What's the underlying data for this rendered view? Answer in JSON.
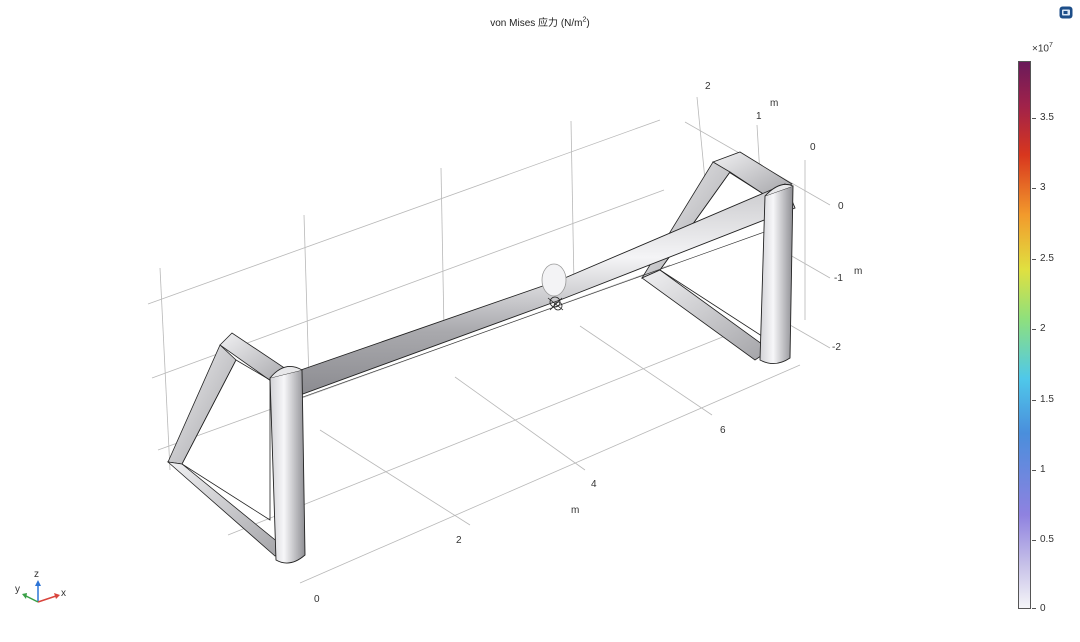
{
  "plot": {
    "title_prefix": "von Mises 应力 (N/m",
    "title_exp": "2",
    "title_suffix": ")"
  },
  "axes": {
    "x_unit": "m",
    "y_unit": "m",
    "z_unit": "m",
    "x_ticks": [
      "0",
      "2",
      "4",
      "6"
    ],
    "y_ticks": [
      "2",
      "1",
      "0"
    ],
    "z_ticks": [
      "0",
      "-1",
      "-2"
    ]
  },
  "colorbar": {
    "multiplier_base": "×10",
    "multiplier_exp": "7",
    "ticks": [
      "3.5",
      "3",
      "2.5",
      "2",
      "1.5",
      "1",
      "0.5",
      "0"
    ],
    "colors": [
      "#f5f5f8",
      "#8f82e0",
      "#4a8edc",
      "#4fc8ea",
      "#8fe07c",
      "#e0e040",
      "#f29a2c",
      "#d8361e",
      "#6a1a5a"
    ]
  },
  "triad": {
    "x": "x",
    "y": "y",
    "z": "z"
  }
}
